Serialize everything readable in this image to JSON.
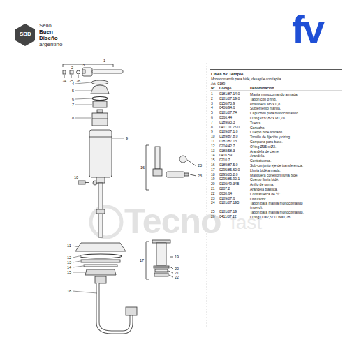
{
  "diagram": {
    "title": "Línea 87 Temple",
    "labels": [
      "SBD",
      "Sello",
      "Buen",
      "Diseño",
      "argentino",
      "fv",
      "1",
      "2",
      "3",
      "24",
      "25",
      "26",
      "4",
      "5",
      "6",
      "7",
      "8",
      "9",
      "10",
      "16",
      "23",
      "23",
      "11",
      "12",
      "13",
      "14",
      "15",
      "17",
      "19",
      "20",
      "21",
      "22",
      "18",
      "Tecno",
      "fast",
      "Monocomando para bidé, desagüe con tapita.",
      "Art. 0189",
      "Nº",
      "Código",
      "Denominación",
      "1",
      "0181/87.14.0",
      "Manija monocomando armada.",
      "2",
      "0181/87.19.0",
      "Tapón con o'ring.",
      "3",
      "0150/73.9",
      "Prisionero M5 x 0,8.",
      "4",
      "0406/94.6",
      "Suplemento manija.",
      "5",
      "0181/87.7A",
      "Capuchón para monocomando.",
      "6",
      "0366.44",
      "O'ring Ø37,82 x Ø1,78.",
      "7",
      "0189/93.3",
      "Tuerca.",
      "8",
      "0411.01.25.0",
      "Cartucho.",
      "9",
      "0189/87.1.0",
      "Cuerpo bidé soldado.",
      "10",
      "0189/87.8.0",
      "Tornillo de fijación y o'ring.",
      "11",
      "0181/87.13",
      "Campana para base.",
      "12",
      "0204/42.7",
      "O'ring Ø35 x Ø2.",
      "13",
      "0188/58.3",
      "Arandela de cierre.",
      "14",
      "0416.59",
      "Arandela.",
      "15",
      "0210.7",
      "Contratuerca.",
      "16",
      "0189/87.5.0",
      "Sub-conjunto eje de transferencia.",
      "17",
      "0295/85.60.0",
      "Lluvia bidé armada.",
      "18",
      "0295/85.2.0",
      "Manguera conexión lluvia bidé.",
      "19",
      "0295/85.90.1",
      "Cuerpo lluvia bidé.",
      "20",
      "0100/49.34B",
      "Anillo de goma.",
      "21",
      "0207.2",
      "Arandela plástica.",
      "22",
      "0630.64",
      "Contratuerca de ½\".",
      "23",
      "0189/87.6",
      "Obturador.",
      "24",
      "0181/87.19B",
      "Tapón para manija monocomando (nuevo).",
      "25",
      "0181/87.19",
      "Tapón para manija monocomando.",
      "26",
      "0411/87.12",
      "O'ring D.I=2,57 D.W=1,78."
    ]
  }
}
